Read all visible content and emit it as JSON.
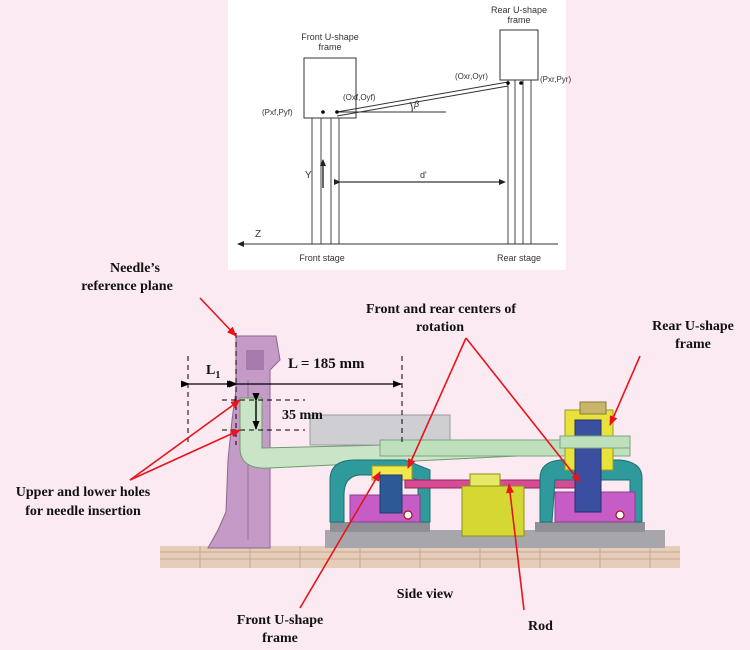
{
  "schematic": {
    "front_frame_label_1": "Front U-shape",
    "front_frame_label_2": "frame",
    "rear_frame_label_1": "Rear U-shape",
    "rear_frame_label_2": "frame",
    "front_point": "(Pxf,Pyf)",
    "front_center": "(Oxf,Oyf)",
    "rear_center": "(Oxr,Oyr)",
    "rear_point": "(Pxr,Pyr)",
    "beta": "β",
    "y_axis": "Y",
    "z_axis": "Z",
    "distance": "d'",
    "front_stage": "Front stage",
    "rear_stage": "Rear stage"
  },
  "annotations": {
    "needle_ref_1": "Needle’s",
    "needle_ref_2": "reference plane",
    "centers_1": "Front and rear centers of",
    "centers_2": "rotation",
    "rear_frame_1": "Rear U-shape",
    "rear_frame_2": "frame",
    "l1": "L",
    "l1_sub": "1",
    "l_length": "L = 185 mm",
    "hole_gap": "35 mm",
    "holes_1": "Upper and lower holes",
    "holes_2": "for needle insertion",
    "side_view": "Side view",
    "front_frame_1": "Front U-shape",
    "front_frame_2": "frame",
    "rod": "Rod"
  }
}
